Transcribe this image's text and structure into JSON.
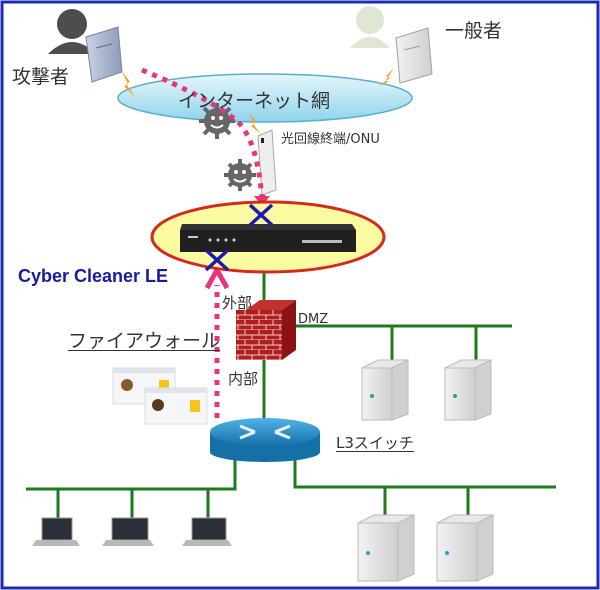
{
  "diagram": {
    "title": "Cyber Cleaner LE network placement",
    "colors": {
      "frame_border": "#1b2bb5",
      "network_line": "#1f7a1f",
      "attack_path": "#e8357a",
      "block_mark": "#1b1bb0",
      "internet_cloud": "#bfe8f5",
      "highlight_fill": "#fafaa0",
      "highlight_border": "#d42a1a",
      "switch": "#1f86c8",
      "firewall": "#a81b1b",
      "product_label": "#1a1a9c"
    },
    "labels": {
      "attacker": "攻撃者",
      "general_user": "一般者",
      "internet": "インターネット網",
      "onu": "光回線終端/ONU",
      "product": "Cyber Cleaner LE",
      "outside": "外部",
      "inside": "内部",
      "firewall": "ファイアウォール",
      "dmz": "DMZ",
      "l3_switch": "L3スイッチ"
    },
    "nodes": [
      {
        "id": "attacker",
        "type": "user-with-pc",
        "label": "攻撃者"
      },
      {
        "id": "general-user",
        "type": "user-with-pc",
        "label": "一般者"
      },
      {
        "id": "internet",
        "type": "cloud",
        "label": "インターネット網"
      },
      {
        "id": "onu",
        "type": "onu-device",
        "label": "光回線終端/ONU"
      },
      {
        "id": "cyber-cleaner",
        "type": "appliance",
        "label": "Cyber Cleaner LE"
      },
      {
        "id": "firewall",
        "type": "firewall",
        "label": "ファイアウォール"
      },
      {
        "id": "l3-switch",
        "type": "switch",
        "label": "L3スイッチ"
      },
      {
        "id": "dmz-servers",
        "type": "server",
        "count": 2,
        "segment": "DMZ"
      },
      {
        "id": "internal-pcs",
        "type": "laptop",
        "count": 3
      },
      {
        "id": "internal-servers",
        "type": "server",
        "count": 2
      }
    ],
    "blocked_points": [
      "onu-to-cyber-cleaner",
      "firewall-outside-to-cyber-cleaner"
    ],
    "threat_icons": 2
  }
}
